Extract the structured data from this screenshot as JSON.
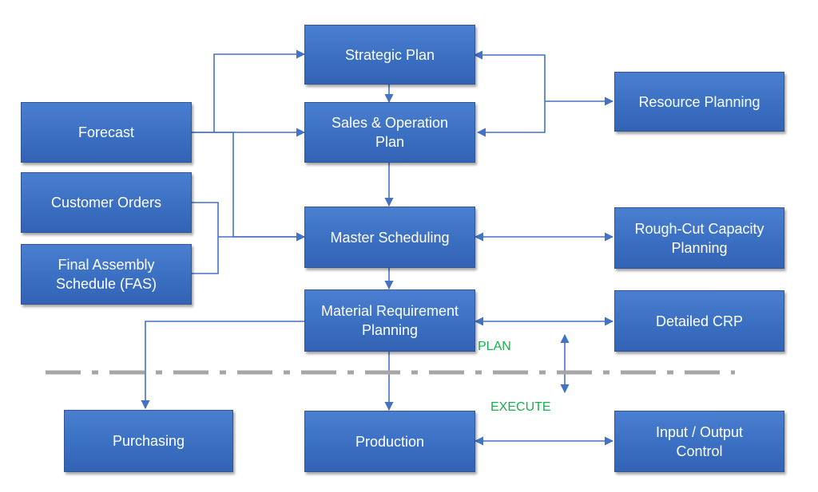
{
  "nodes": {
    "strategic_plan": "Strategic Plan",
    "sales_operation_plan": "Sales & Operation\nPlan",
    "resource_planning": "Resource Planning",
    "forecast": "Forecast",
    "customer_orders": "Customer Orders",
    "final_assembly_schedule": "Final Assembly\nSchedule (FAS)",
    "master_scheduling": "Master Scheduling",
    "rough_cut_capacity_planning": "Rough-Cut Capacity\nPlanning",
    "material_requirement_planning": "Material Requirement\nPlanning",
    "detailed_crp": "Detailed CRP",
    "purchasing": "Purchasing",
    "production": "Production",
    "input_output_control": "Input / Output\nControl"
  },
  "zones": {
    "plan": "PLAN",
    "execute": "EXECUTE"
  },
  "colors": {
    "box_fill": "#3d72c4",
    "box_border": "#2f5597",
    "connector": "#4472c4",
    "divider": "#a6a6a6",
    "zone_text": "#16b14a"
  }
}
